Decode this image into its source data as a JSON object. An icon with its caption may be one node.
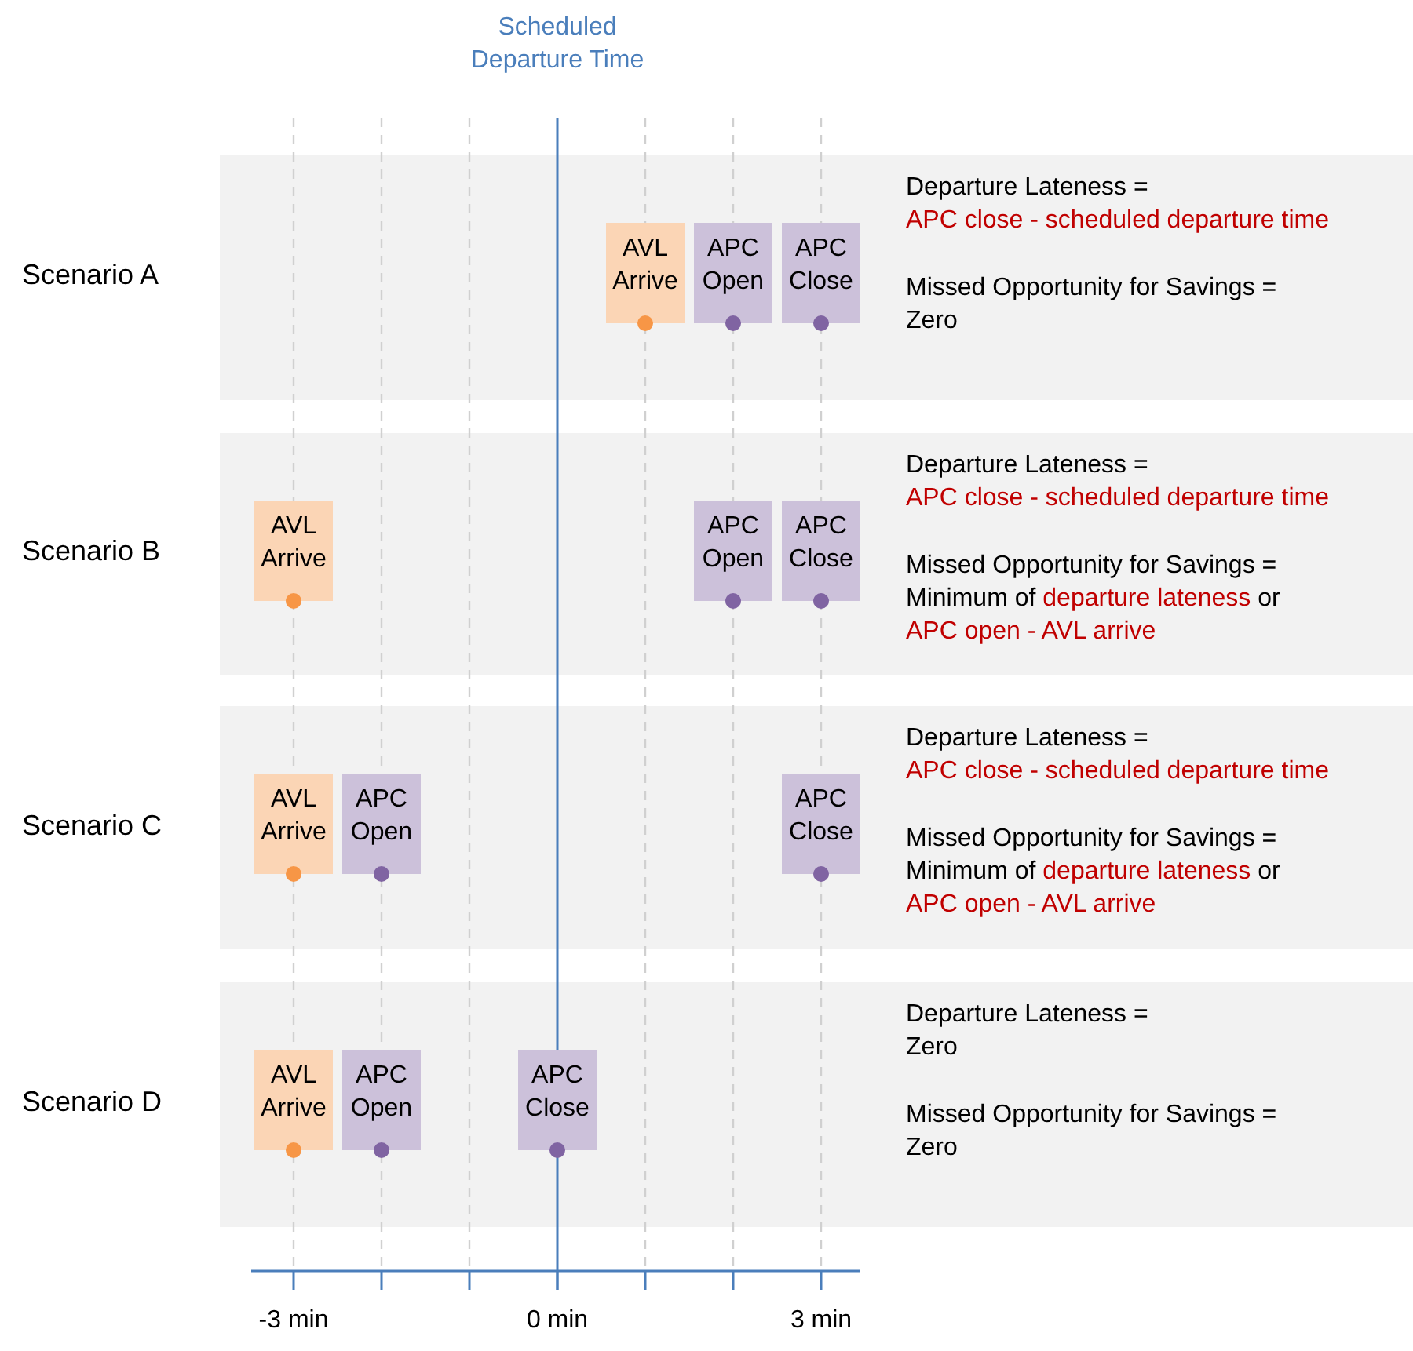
{
  "diagram": {
    "nodes": [
      {
        "text": [
          "Scenario A",
          "Departure Lateness =",
          "APC close - scheduled departure time",
          "Missed Opportunity for Savings =",
          "Zero"
        ]
      },
      {
        "text": [
          "AVL Arrive"
        ],
        "in": 0
      },
      {
        "text": [
          "APC Open"
        ],
        "in": 0
      },
      {
        "text": [
          "APC Close"
        ],
        "in": 0
      },
      {
        "text": [
          "Scenario B",
          "Departure Lateness =",
          "APC close - scheduled departure time",
          "Missed Opportunity for Savings =",
          "Minimum  of",
          "departure lateness",
          "or",
          "APC open - AVL arrive"
        ]
      },
      {
        "text": [
          "AVL Arrive"
        ],
        "in": 4
      },
      {
        "text": [
          "APC Open"
        ],
        "in": 4
      },
      {
        "text": [
          "APC Close"
        ],
        "in": 4
      },
      {
        "text": [
          "Scenario C",
          "Departure Lateness =",
          "APC close - scheduled departure time",
          "Missed Opportunity for Savings =",
          "Minimum  of",
          "departure lateness",
          "or",
          "APC open - AVL arrive"
        ]
      },
      {
        "text": [
          "AVL Arrive"
        ],
        "in": 8
      },
      {
        "text": [
          "APC Open"
        ],
        "in": 8
      },
      {
        "text": [
          "APC Close"
        ],
        "in": 8
      },
      {
        "text": [
          "Scenario D",
          "Departure Lateness =",
          "Zero",
          "Missed Opportunity for Savings =",
          "Zero"
        ]
      },
      {
        "text": [
          "AVL Arrive"
        ],
        "in": 12
      },
      {
        "text": [
          "APC Open"
        ],
        "in": 12
      },
      {
        "text": [
          "APC Close"
        ],
        "in": 12
      }
    ],
    "edges": [],
    "labels": [
      "Scheduled Departure Time",
      "-3 min",
      "0 min",
      "3 min"
    ]
  }
}
